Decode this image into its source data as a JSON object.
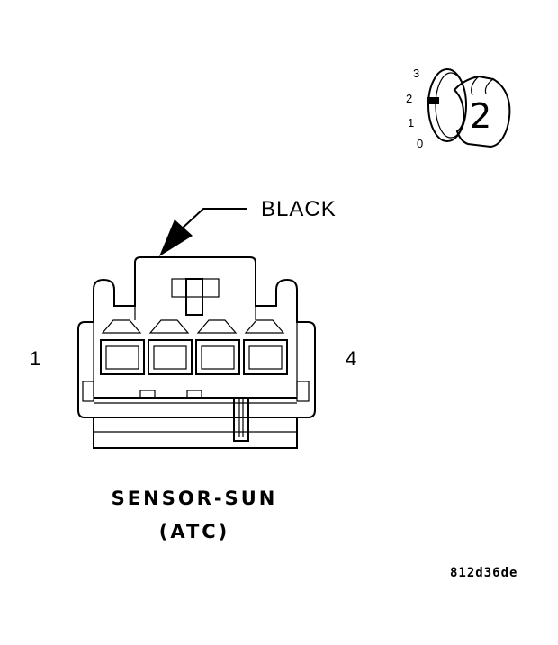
{
  "key_icon": {
    "scale_labels": [
      "3",
      "2",
      "1",
      "0"
    ],
    "key_number": "2",
    "icon": "key-position-icon"
  },
  "connector": {
    "wire_color_label": "BLACK",
    "pin_left_label": "1",
    "pin_right_label": "4",
    "cavity_count": 4
  },
  "title": {
    "line1": "SENSOR-SUN",
    "line2": "(ATC)"
  },
  "figure_code": "812d36de"
}
